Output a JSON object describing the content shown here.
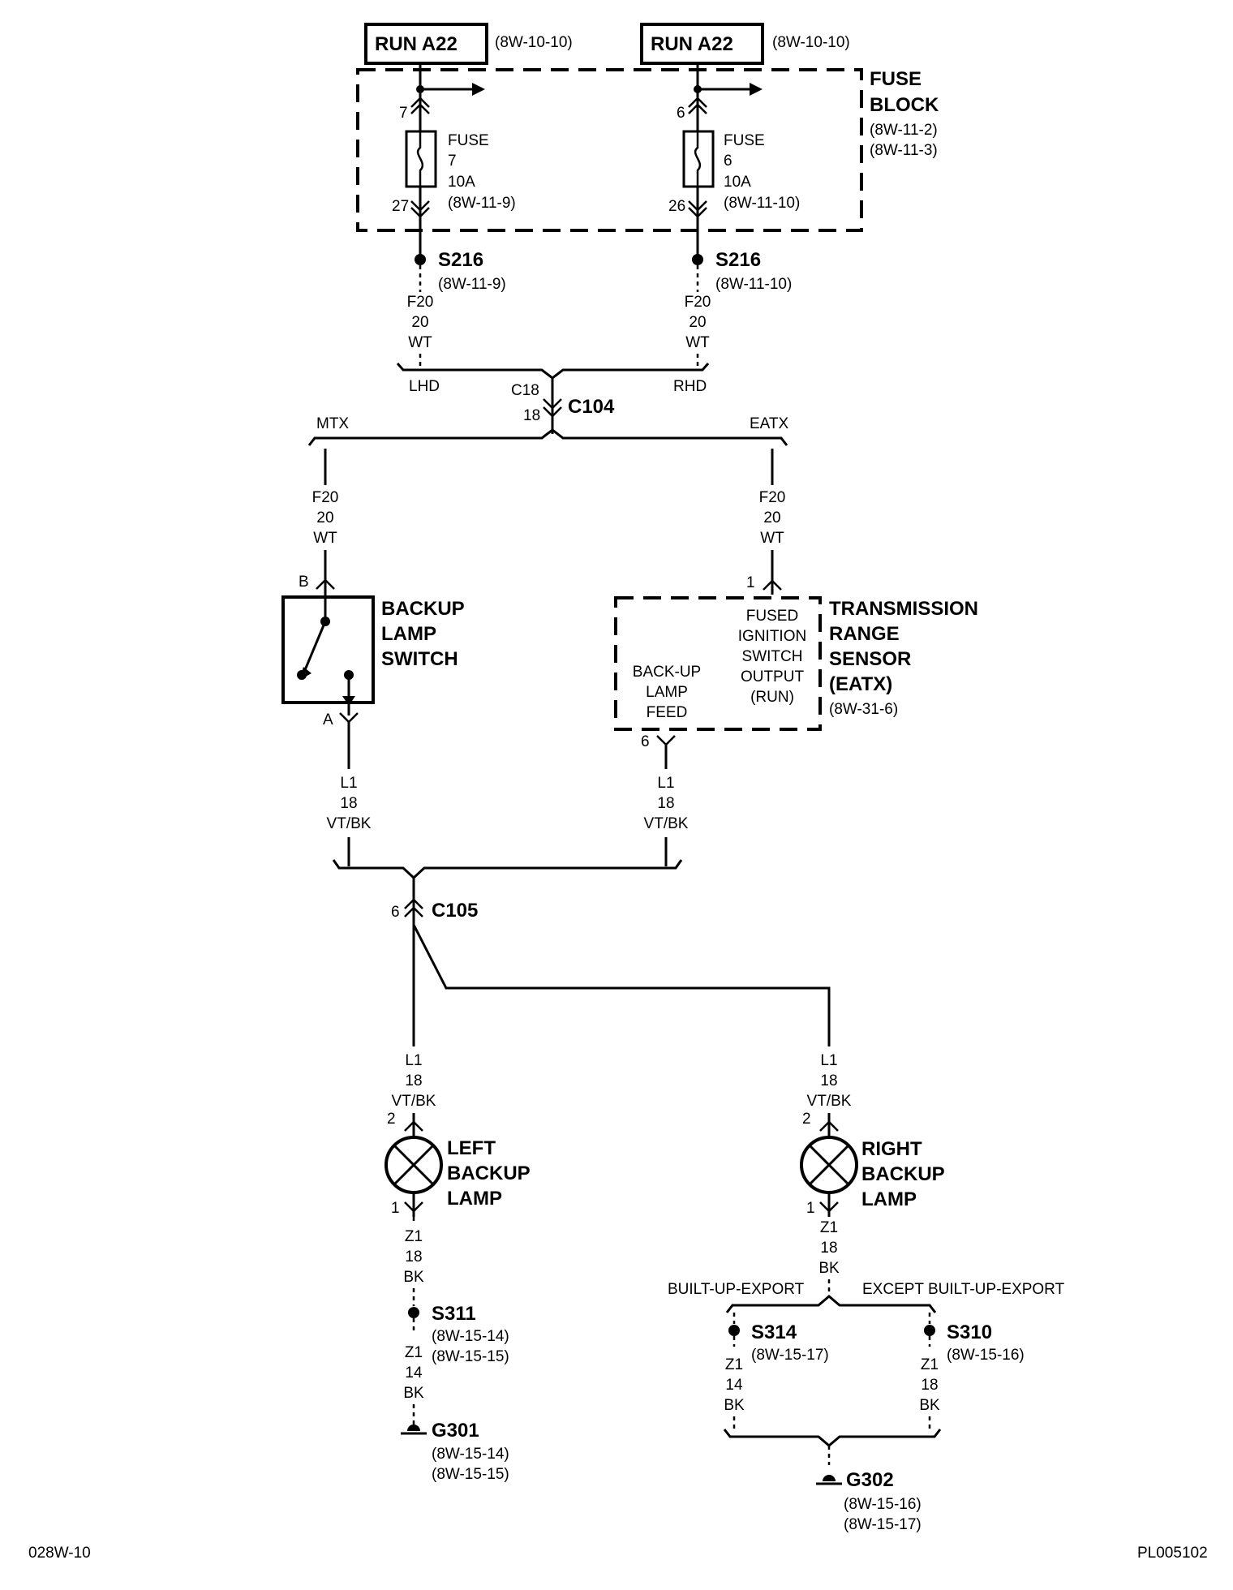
{
  "top_sources": [
    {
      "label": "RUN A22",
      "ref": "(8W-10-10)"
    },
    {
      "label": "RUN A22",
      "ref": "(8W-10-10)"
    }
  ],
  "fuse_block": {
    "label_line1": "FUSE",
    "label_line2": "BLOCK",
    "ref1": "(8W-11-2)",
    "ref2": "(8W-11-3)",
    "fuses": [
      {
        "in_pin": "7",
        "out_pin": "27",
        "name": "FUSE",
        "number": "7",
        "rating": "10A",
        "ref": "(8W-11-9)"
      },
      {
        "in_pin": "6",
        "out_pin": "26",
        "name": "FUSE",
        "number": "6",
        "rating": "10A",
        "ref": "(8W-11-10)"
      }
    ]
  },
  "splices_top": [
    {
      "id": "S216",
      "ref": "(8W-11-9)",
      "wire": [
        "F20",
        "20",
        "WT"
      ]
    },
    {
      "id": "S216",
      "ref": "(8W-11-10)",
      "wire": [
        "F20",
        "20",
        "WT"
      ]
    }
  ],
  "option_labels": {
    "lhd": "LHD",
    "rhd": "RHD",
    "mtx": "MTX",
    "eatx": "EATX"
  },
  "c104": {
    "id": "C104",
    "cavity_line1": "C18",
    "cavity_line2": "18"
  },
  "wires_mid": [
    [
      "F20",
      "20",
      "WT"
    ],
    [
      "F20",
      "20",
      "WT"
    ]
  ],
  "backup_lamp_switch": {
    "line1": "BACKUP",
    "line2": "LAMP",
    "line3": "SWITCH",
    "pin_top": "B",
    "pin_bottom": "A"
  },
  "trs": {
    "line1": "TRANSMISSION",
    "line2": "RANGE",
    "line3": "SENSOR",
    "line4": "(EATX)",
    "ref": "(8W-31-6)",
    "pin_top": "1",
    "pin_bottom": "6",
    "inner_right": [
      "FUSED",
      "IGNITION",
      "SWITCH",
      "OUTPUT",
      "(RUN)"
    ],
    "inner_left": [
      "BACK-UP",
      "LAMP",
      "FEED"
    ]
  },
  "wires_l1_mid": [
    [
      "L1",
      "18",
      "VT/BK"
    ],
    [
      "L1",
      "18",
      "VT/BK"
    ]
  ],
  "c105": {
    "id": "C105",
    "pin": "6"
  },
  "left_lamp": {
    "wire_in": [
      "L1",
      "18",
      "VT/BK"
    ],
    "pin_top": "2",
    "pin_bottom": "1",
    "line1": "LEFT",
    "line2": "BACKUP",
    "line3": "LAMP",
    "wire_out": [
      "Z1",
      "18",
      "BK"
    ]
  },
  "right_lamp": {
    "wire_in": [
      "L1",
      "18",
      "VT/BK"
    ],
    "pin_top": "2",
    "pin_bottom": "1",
    "line1": "RIGHT",
    "line2": "BACKUP",
    "line3": "LAMP",
    "wire_out": [
      "Z1",
      "18",
      "BK"
    ]
  },
  "s311": {
    "id": "S311",
    "ref1": "(8W-15-14)",
    "ref2": "(8W-15-15)",
    "wire": [
      "Z1",
      "14",
      "BK"
    ]
  },
  "g301": {
    "id": "G301",
    "ref1": "(8W-15-14)",
    "ref2": "(8W-15-15)"
  },
  "export_labels": {
    "left": "BUILT-UP-EXPORT",
    "right": "EXCEPT BUILT-UP-EXPORT"
  },
  "s314": {
    "id": "S314",
    "ref": "(8W-15-17)",
    "wire": [
      "Z1",
      "14",
      "BK"
    ]
  },
  "s310": {
    "id": "S310",
    "ref": "(8W-15-16)",
    "wire": [
      "Z1",
      "18",
      "BK"
    ]
  },
  "g302": {
    "id": "G302",
    "ref1": "(8W-15-16)",
    "ref2": "(8W-15-17)"
  },
  "footer": {
    "left": "028W-10",
    "right": "PL005102"
  }
}
